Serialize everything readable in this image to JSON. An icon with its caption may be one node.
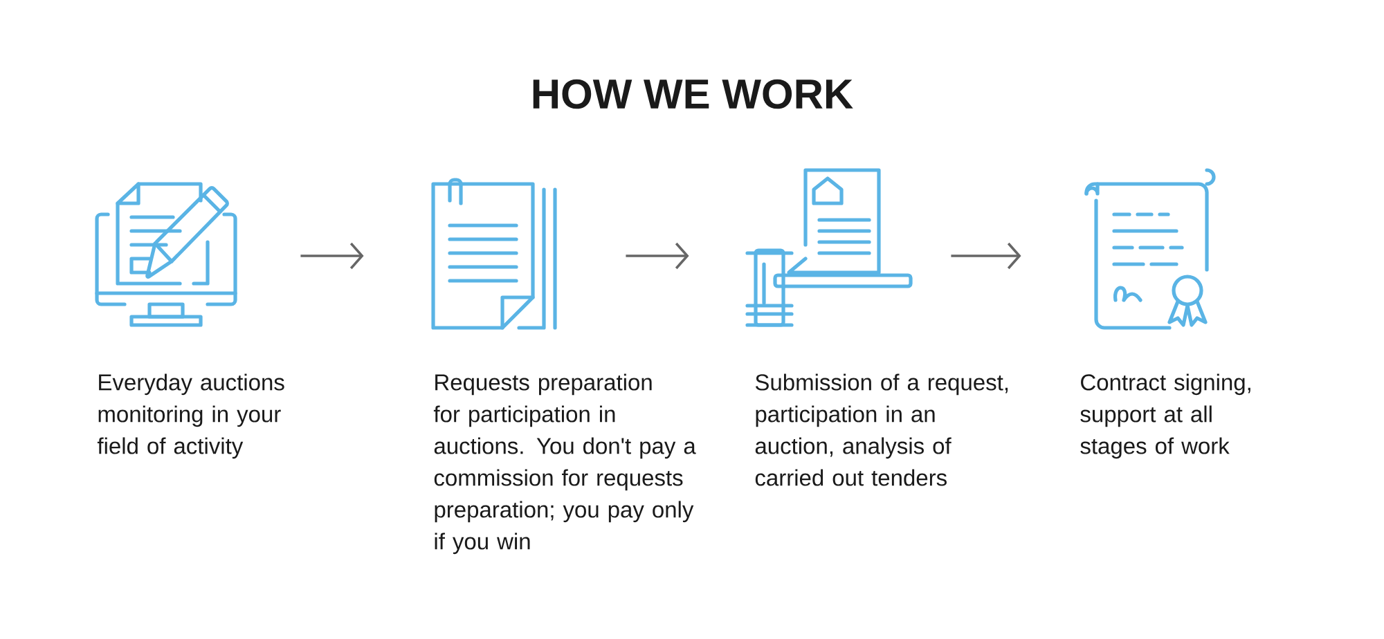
{
  "diagram": {
    "title": "HOW WE WORK",
    "nodes": [
      {
        "text": [],
        "shape": "picture",
        "beside": [
          "Everyday auctions monitoring in your field of activity"
        ]
      },
      {
        "text": [],
        "shape": "picture",
        "beside": [
          "Requests preparation for participation in auctions. You don't pay a commission for requests preparation; you pay only if you win"
        ]
      },
      {
        "text": [],
        "shape": "picture",
        "beside": [
          "Submission of a request, participation in an auction, analysis of carried out tenders"
        ]
      },
      {
        "text": [],
        "shape": "picture",
        "beside": [
          "Contract signing, support at all stages of work"
        ]
      }
    ],
    "edges": [
      {
        "from": 0,
        "to": 1,
        "arrow": "to"
      },
      {
        "from": 1,
        "to": 2,
        "arrow": "to"
      },
      {
        "from": 2,
        "to": 3,
        "arrow": "to"
      }
    ]
  }
}
